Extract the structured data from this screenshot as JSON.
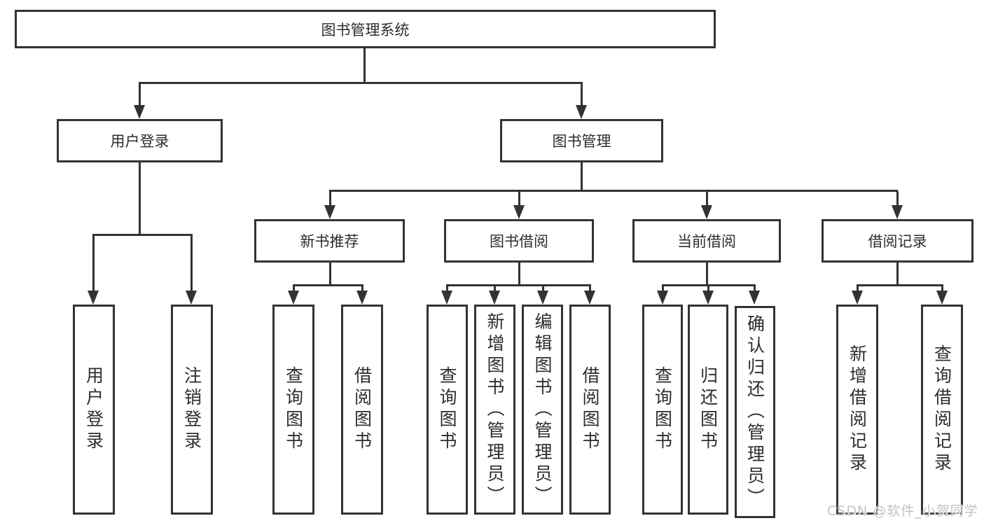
{
  "tree": {
    "label": "图书管理系统",
    "children": [
      {
        "label": "用户登录",
        "children": [
          {
            "label": "用户登录"
          },
          {
            "label": "注销登录"
          }
        ]
      },
      {
        "label": "图书管理",
        "children": [
          {
            "label": "新书推荐",
            "children": [
              {
                "label": "查询图书"
              },
              {
                "label": "借阅图书"
              }
            ]
          },
          {
            "label": "图书借阅",
            "children": [
              {
                "label": "查询图书"
              },
              {
                "label": "新增图书（管理员）"
              },
              {
                "label": "编辑图书（管理员）"
              },
              {
                "label": "借阅图书"
              }
            ]
          },
          {
            "label": "当前借阅",
            "children": [
              {
                "label": "查询图书"
              },
              {
                "label": "归还图书"
              },
              {
                "label": "确认归还（管理员）"
              }
            ]
          },
          {
            "label": "借阅记录",
            "children": [
              {
                "label": "新增借阅记录"
              },
              {
                "label": "查询借阅记录"
              }
            ]
          }
        ]
      }
    ]
  },
  "watermark": {
    "text": "CSDN @软件_小贺同学"
  },
  "colors": {
    "line": "#333333",
    "box_border": "#333333",
    "box_fill": "#ffffff",
    "text": "#2d2d2d",
    "watermark": "#c5c2c4"
  }
}
